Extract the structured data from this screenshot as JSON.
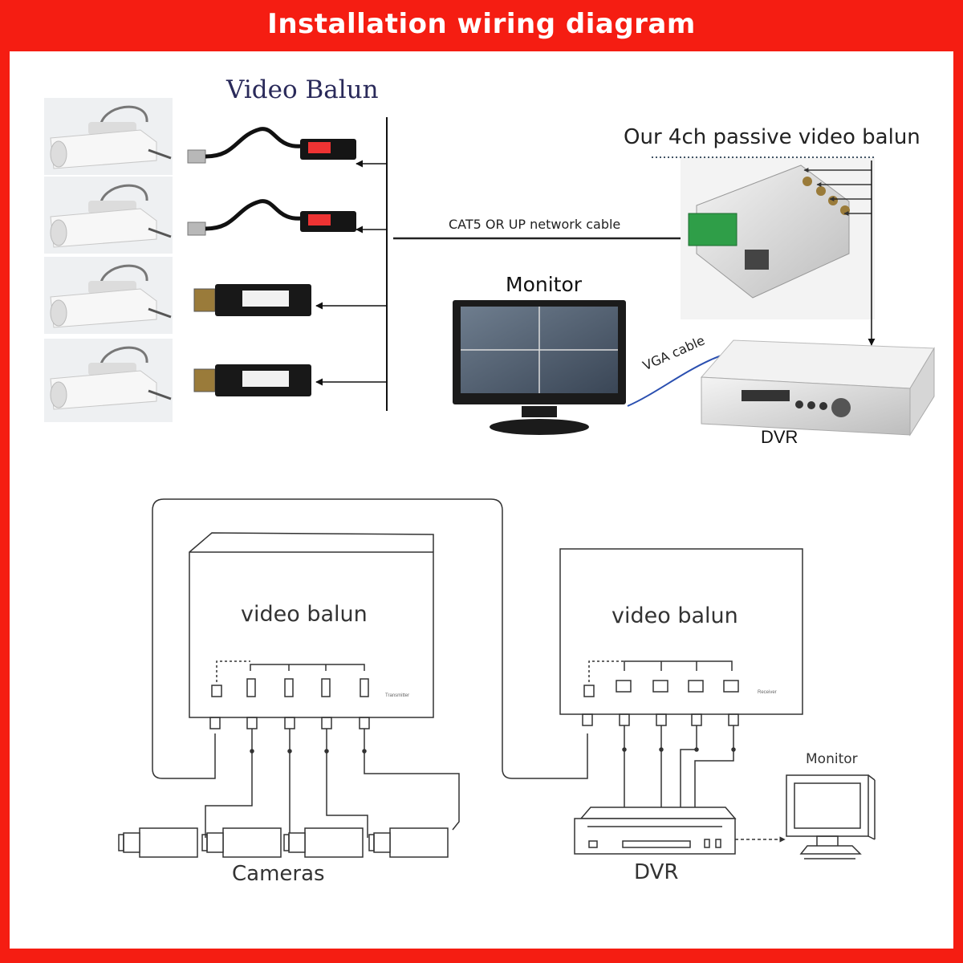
{
  "header": {
    "title": "Installation wiring diagram"
  },
  "top": {
    "video_balun_label": "Video Balun",
    "passive_balun_label": "Our 4ch passive video balun",
    "cable_label": "CAT5 OR UP network cable",
    "monitor_label": "Monitor",
    "vga_label": "VGA cable",
    "dvr_label": "DVR"
  },
  "bottom": {
    "left_balun_label": "video balun",
    "right_balun_label": "video balun",
    "transmitter_small": "Transmitter",
    "receiver_small": "Receiver",
    "cameras_label": "Cameras",
    "dvr_label": "DVR",
    "monitor_label": "Monitor"
  },
  "colors": {
    "frame": "#f51d12",
    "title_text": "#ffffff",
    "vga_cable": "#2a4fb0"
  }
}
